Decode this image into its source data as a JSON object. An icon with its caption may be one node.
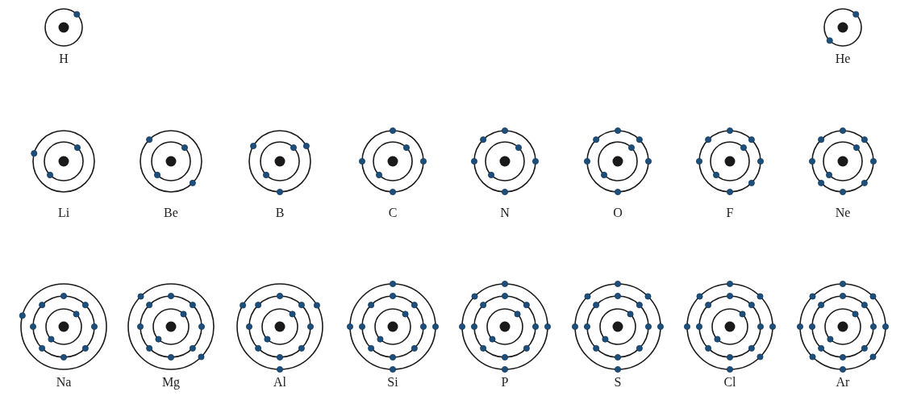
{
  "diagram": {
    "nodes": [
      {
        "text": [
          "H"
        ]
      },
      {
        "text": [
          "He"
        ]
      },
      {
        "text": [
          "Li"
        ]
      },
      {
        "text": [
          "Be"
        ]
      },
      {
        "text": [
          "B"
        ]
      },
      {
        "text": [
          "C"
        ]
      },
      {
        "text": [
          "N"
        ]
      },
      {
        "text": [
          "O"
        ]
      },
      {
        "text": [
          "F"
        ]
      },
      {
        "text": [
          "Ne"
        ]
      },
      {
        "text": [
          "Na"
        ]
      },
      {
        "text": [
          "Mg"
        ]
      },
      {
        "text": [
          "Al"
        ]
      },
      {
        "text": [
          "Si"
        ]
      },
      {
        "text": [
          "P"
        ]
      },
      {
        "text": [
          "S"
        ]
      },
      {
        "text": [
          "Cl"
        ]
      },
      {
        "text": [
          "Ar"
        ]
      }
    ]
  }
}
